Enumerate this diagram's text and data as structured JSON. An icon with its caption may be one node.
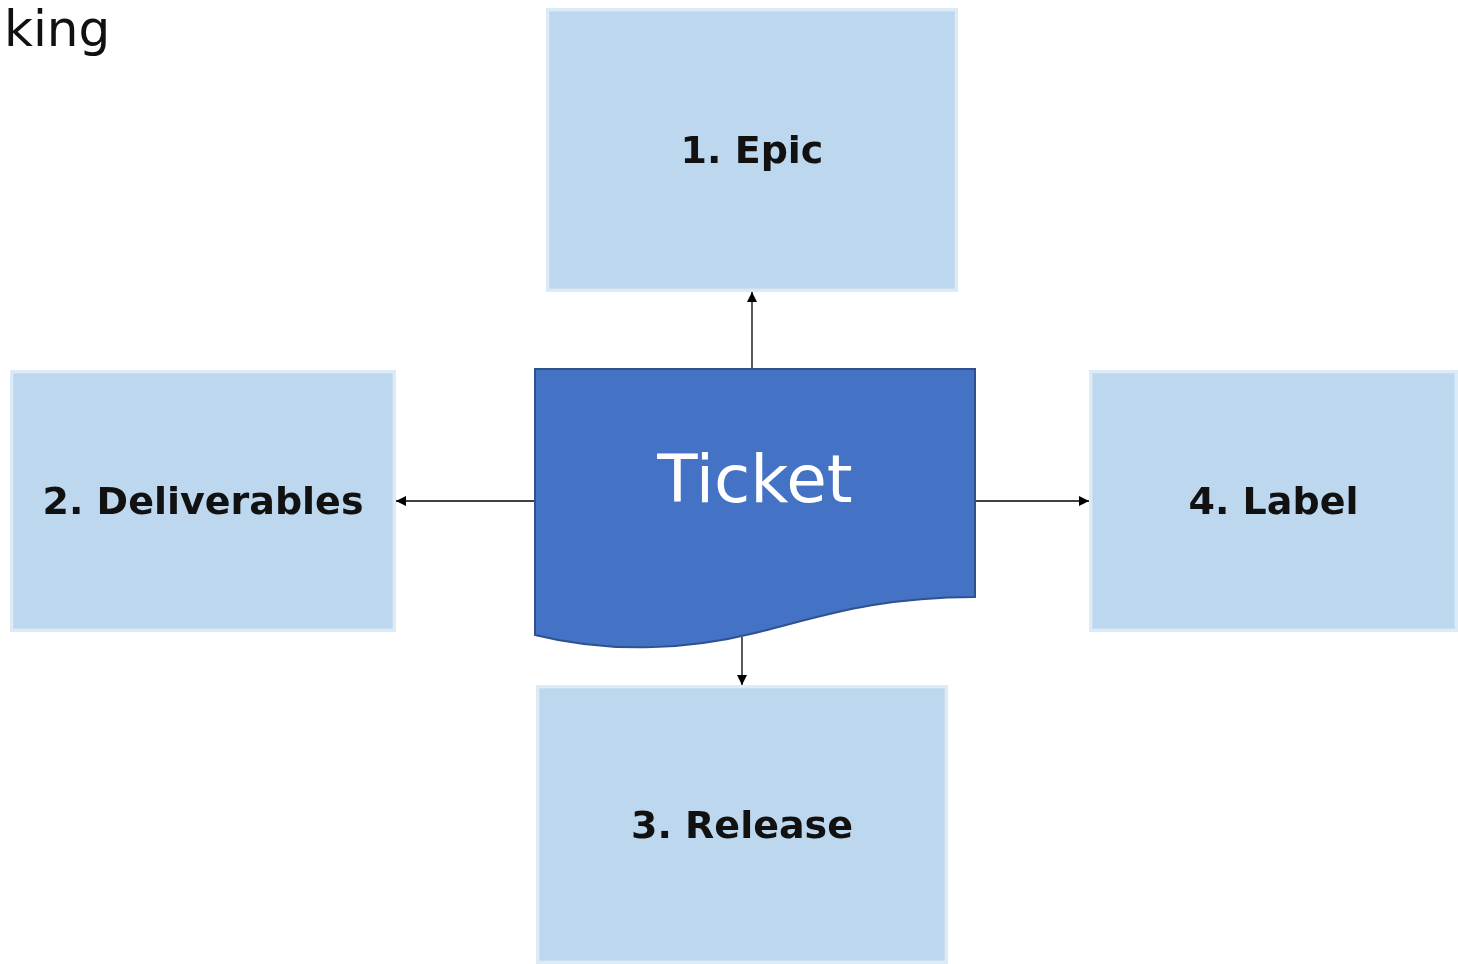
{
  "diagram": {
    "title": "king",
    "nodes": [
      {
        "text": [
          "1. Epic"
        ]
      },
      {
        "text": [
          "2. Deliverables"
        ]
      },
      {
        "text": [
          "Ticket"
        ]
      },
      {
        "text": [
          "4. Label"
        ]
      },
      {
        "text": [
          "3. Release"
        ]
      }
    ],
    "edges": [
      {
        "from": 2,
        "to": 0,
        "arrow": "to"
      },
      {
        "from": 2,
        "to": 1,
        "arrow": "to"
      },
      {
        "from": 2,
        "to": 3,
        "arrow": "to"
      },
      {
        "from": 2,
        "to": 4,
        "arrow": "to"
      }
    ]
  }
}
